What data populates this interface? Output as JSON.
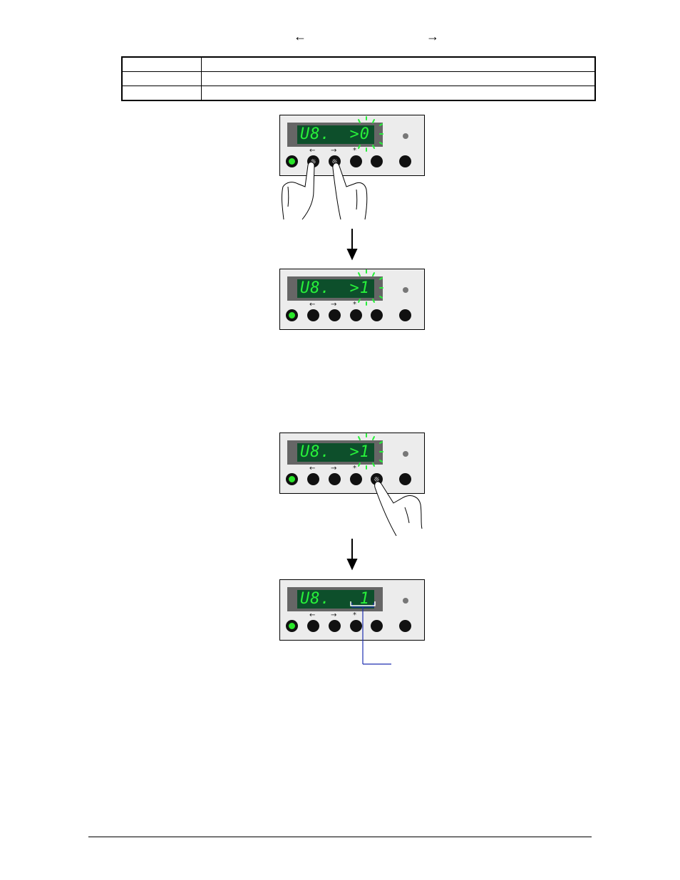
{
  "nav": {
    "left_arrow": "←",
    "right_arrow": "→"
  },
  "colors": {
    "lcd_background": "#0d4f2b",
    "segment_green": "#27f03a",
    "panel": "#ececec",
    "callout_line": "#1f2fb0"
  },
  "panels": [
    {
      "display_left": "U8.",
      "display_right": ">0",
      "blinking": true,
      "buttons": {
        "b2_label": "←",
        "b3_label": "→",
        "b4_label": "*"
      },
      "pressed": [
        "left-arrow-key",
        "right-arrow-key"
      ]
    },
    {
      "display_left": "U8.",
      "display_right": ">1",
      "blinking": true,
      "buttons": {
        "b2_label": "←",
        "b3_label": "→",
        "b4_label": "*"
      },
      "pressed": []
    },
    {
      "display_left": "U8.",
      "display_right": ">1",
      "blinking": true,
      "buttons": {
        "b2_label": "←",
        "b3_label": "→",
        "b4_label": "*"
      },
      "pressed": [
        "enter-key"
      ]
    },
    {
      "display_left": "U8.",
      "display_right": "1",
      "blinking": false,
      "buttons": {
        "b2_label": "←",
        "b3_label": "→",
        "b4_label": "*"
      },
      "pressed": []
    }
  ]
}
